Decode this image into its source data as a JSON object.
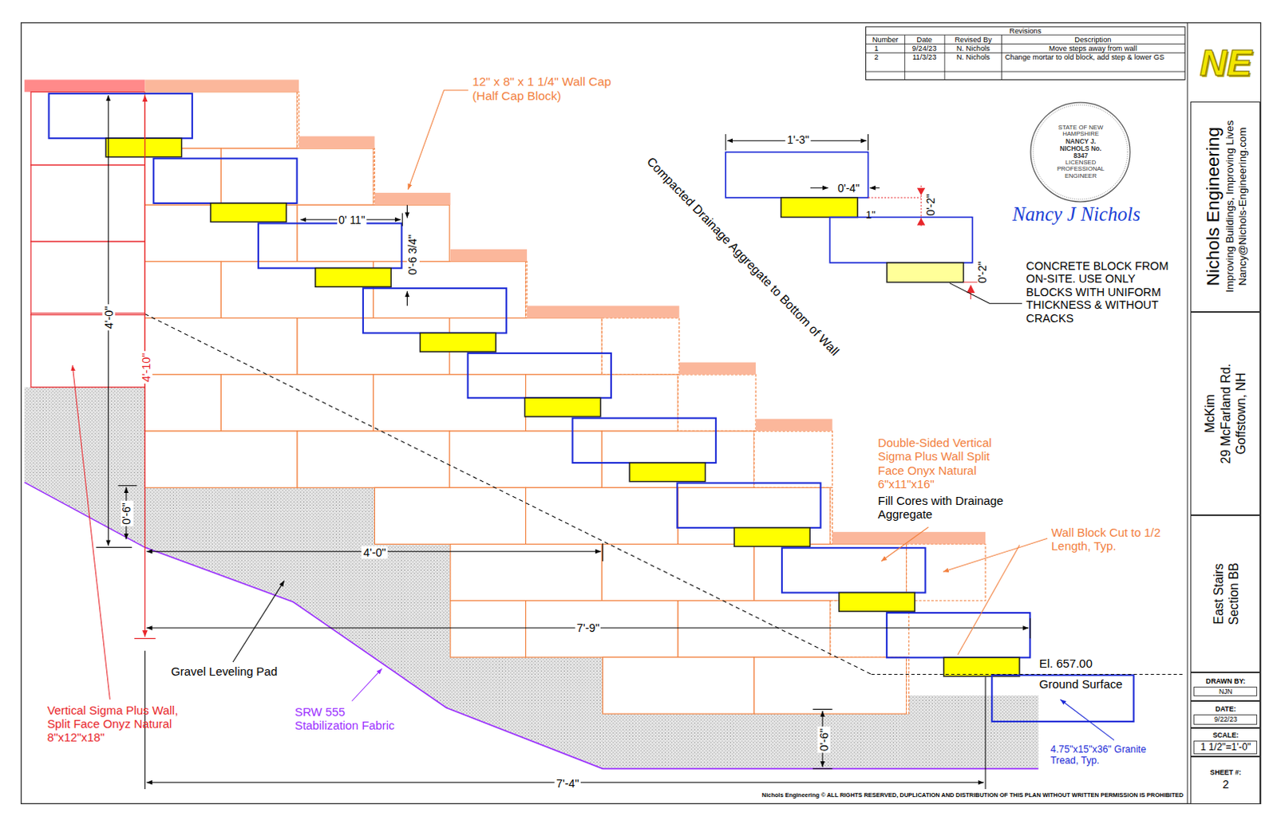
{
  "diagram": {
    "nodes": [
      {
        "text": [
          "STATE OF NEW HAMPSHIRE",
          "NANCY J. NICHOLS No. 8347",
          "LICENSED",
          "PROFESSIONAL ENGINEER"
        ]
      },
      {
        "text": [
          "Nichols Engineering",
          "Improving Buildings, Improving Lives",
          "Nancy@Nichols-Engineering.com"
        ]
      },
      {
        "text": [
          "McKim",
          "29 McFarland Rd.",
          "Goffstown, NH"
        ]
      },
      {
        "text": [
          "East Stairs",
          "Section BB"
        ]
      },
      {
        "text": [
          "DRAWN BY:",
          "NJN"
        ]
      },
      {
        "text": [
          "DATE:",
          "9/22/23"
        ]
      },
      {
        "text": [
          "SCALE:",
          "1 1/2\"=1'-0\""
        ]
      },
      {
        "text": [
          "SHEET #:",
          "2"
        ]
      }
    ],
    "labels": [
      "Revisions",
      "Number",
      "Date",
      "Revised By",
      "Description",
      "1",
      "9/24/23",
      "N. Nichols",
      "Move steps away from wall",
      "2",
      "11/3/23",
      "N. Nichols",
      "Change mortar to old block, add step & lower GS",
      "NE",
      "12\" x 8\" x 1 1/4\" Wall Cap (Half Cap Block)",
      "Compacted Drainage Aggregate to Bottom of Wall",
      "1'-3\"",
      "0'-4\"",
      "1\"",
      "0'-2\"",
      "0'-2\"",
      "CONCRETE BLOCK FROM ON-SITE. USE ONLY BLOCKS WITH UNIFORM THICKNESS & WITHOUT CRACKS",
      "0' 11\"",
      "0'-6 3/4\"",
      "4'-0\"",
      "4'-10\"",
      "0'-6\"",
      "4'-0\"",
      "7'-9\"",
      "7'-4\"",
      "0'-6\"",
      "Double-Sided Vertical Sigma Plus Wall Split Face Onyx Natural 6\"x11\"x16\"",
      "Fill Cores with Drainage Aggregate",
      "Wall Block Cut to 1/2 Length, Typ.",
      "El. 657.00",
      "Ground Surface",
      "4.75\"x15\"x36\" Granite Tread, Typ.",
      "Gravel Leveling Pad",
      "SRW 555 Stabilization Fabric",
      "Vertical Sigma Plus Wall, Split Face Onyz Natural 8\"x12\"x18\"",
      "Nancy J Nichols",
      "Nichols Engineering © ALL RIGHTS RESERVED, DUPLICATION AND DISTRIBUTION OF THIS PLAN WITHOUT WRITTEN PERMISSION IS PROHIBITED"
    ]
  }
}
